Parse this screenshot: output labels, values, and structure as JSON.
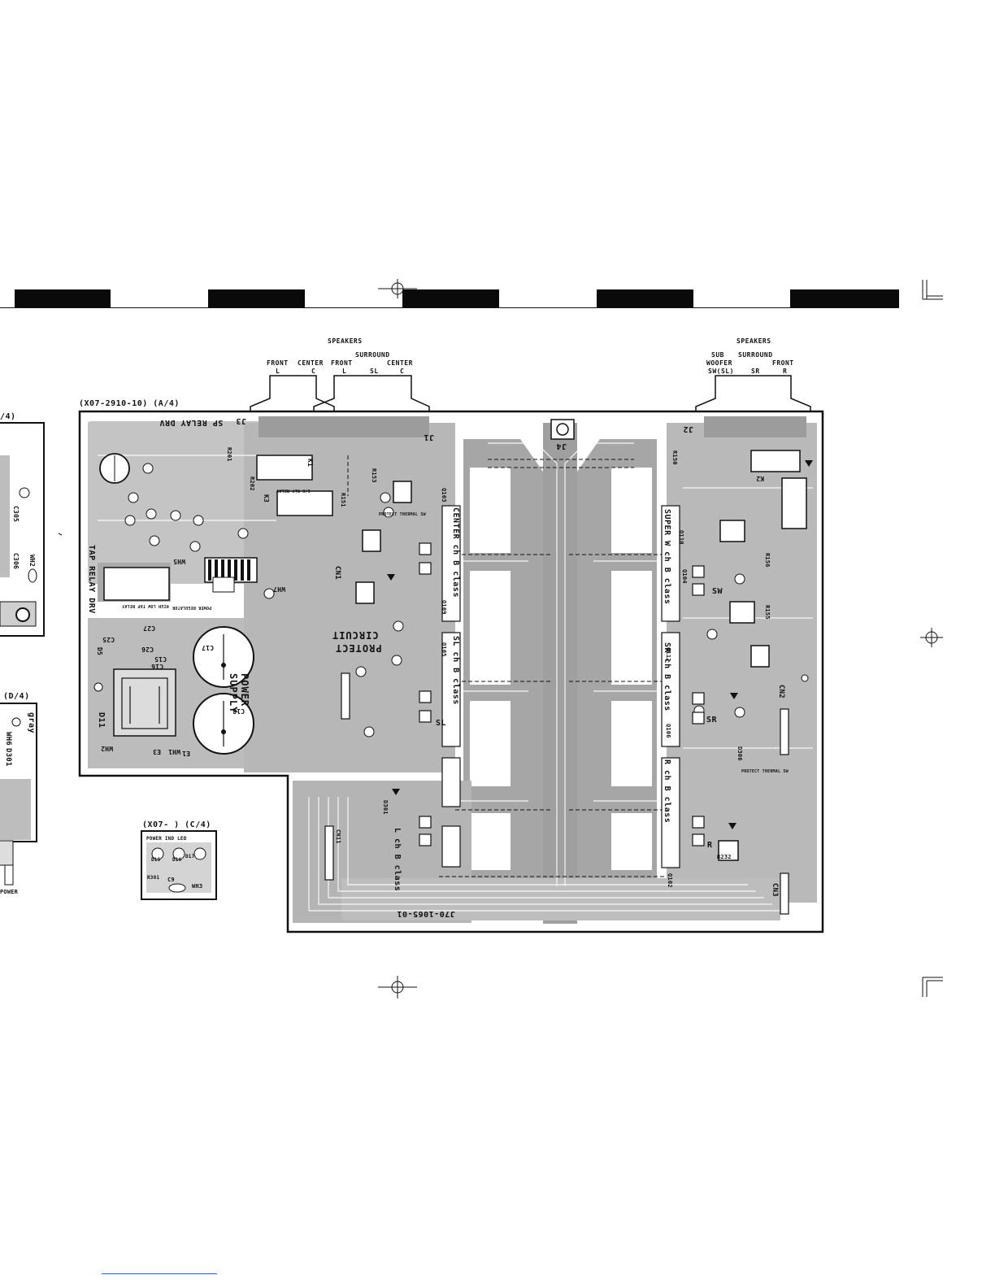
{
  "board": {
    "main_label": "(X07-2910-10) (A/4)",
    "sub_label": "(X07- ) (C/4)",
    "pcb_code": "J70-1065-01",
    "left_partial_label_top": "/4)",
    "left_partial_label_mid": "(D/4)",
    "left_partial_power": "POWER",
    "left_partial_gray": "gray",
    "left_partial_wh6": "WH6",
    "left_partial_d301": "D301",
    "left_partial_wh2": "WH2",
    "left_partial_c305": "C305",
    "left_partial_c306": "C306"
  },
  "speakers_left": {
    "title": "SPEAKERS",
    "surround": "SURROUND",
    "front_1": "FRONT",
    "center_1": "CENTER",
    "front_2": "FRONT",
    "center_2": "CENTER",
    "l_1": "L",
    "c_1": "C",
    "l_2": "L",
    "sl": "SL",
    "c_2": "C"
  },
  "speakers_right": {
    "title": "SPEAKERS",
    "sub": "SUB",
    "woofer": "WOOFER",
    "surround": "SURROUND",
    "front": "FRONT",
    "sw_sl": "SW(SL)",
    "sr": "SR",
    "r": "R"
  },
  "connectors": {
    "j1": "J1",
    "j2": "J2",
    "j3": "J3",
    "j4": "J4",
    "cn1": "CN1",
    "cn2": "CN2",
    "cn3": "CN3",
    "cn11": "CN11"
  },
  "sections": {
    "sp_relay_drv": "SP RELAY DRV",
    "tap_relay_drv": "TAP RELAY DRV",
    "protect_circuit_1": "PROTECT",
    "protect_circuit_2": "CIRCUIT",
    "power_supply_1": "POWER",
    "power_supply_2": "SUPPLY",
    "center_ch": "CENTER ch B class",
    "sl_ch": "SL ch B class",
    "l_ch": "L ch B class",
    "super_w_ch": "SUPER W ch B class",
    "sr_ch": "SR ch B class",
    "r_ch": "R ch B class",
    "sw": "SW",
    "sr": "SR",
    "sl": "SL",
    "r": "R"
  },
  "parts": {
    "d11": "D11",
    "c17": "C17",
    "c18": "C18",
    "c15": "C15",
    "c16": "C16",
    "c25": "C25",
    "c26": "C26",
    "c27": "C27",
    "d5": "D5",
    "e1": "E1",
    "e3": "E3",
    "wh1": "WH1",
    "wh2": "WH2",
    "wh3": "WH3",
    "wh5": "WH5",
    "wh7": "WH7",
    "k1": "K1",
    "k2": "K2",
    "k3": "K3",
    "r201": "R201",
    "r202": "R202",
    "r153": "R153",
    "r151": "R151",
    "r150": "R150",
    "r156": "R156",
    "r155": "R155",
    "r232": "R232",
    "d301": "D301",
    "d306": "D306",
    "q102": "Q102",
    "q103": "Q103",
    "q104": "Q104",
    "q105": "Q105",
    "q106": "Q106",
    "q109": "Q109",
    "q110": "Q110",
    "q112": "Q112",
    "c9": "C9",
    "d15": "D15",
    "d16": "D16",
    "d17": "D17",
    "r301": "R301",
    "power_ind_led": "POWER IND LED",
    "protect_thermal_sw": "PROTECT THERMAL SW",
    "protect_thermal_sw_2": "PROTECT THERMAL SW",
    "center_relay": "C/H RLY RELAY",
    "high_low_tap_relay": "HIGH LOW TAP RELAY",
    "power_transistor": "POWER REGULATOR"
  }
}
